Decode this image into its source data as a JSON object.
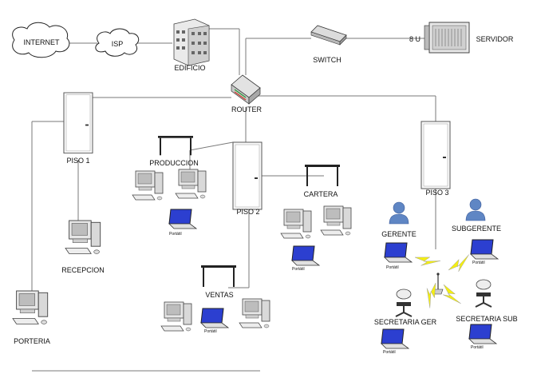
{
  "labels": {
    "internet": "INTERNET",
    "isp": "ISP",
    "edificio": "EDIFICIO",
    "switch": "SWITCH",
    "servidor_units": "8 U",
    "servidor": "SERVIDOR",
    "router": "ROUTER",
    "piso1": "PISO 1",
    "piso2": "PISO 2",
    "piso3": "PISO 3",
    "produccion": "PRODUCCION",
    "cartera": "CARTERA",
    "ventas": "VENTAS",
    "recepcion": "RECEPCION",
    "porteria": "PORTERIA",
    "gerente": "GERENTE",
    "subgerente": "SUBGERENTE",
    "secretaria_ger": "SECRETARIA GER",
    "secretaria_sub": "SECRETARIA SUB",
    "portatil": "Portátil"
  },
  "colors": {
    "line": "#7a7a7a",
    "laptop_screen": "#2c3fd0",
    "person": "#5f86c4",
    "lightning": "#f4ee12"
  },
  "icons": {
    "cloud": "cloud-icon",
    "building": "building-icon",
    "switch": "switch-icon",
    "server": "server-icon",
    "router": "router-icon",
    "door": "door-icon",
    "table": "table-icon",
    "desktop": "desktop-computer-icon",
    "laptop": "laptop-icon",
    "person": "person-icon",
    "chair": "office-chair-icon",
    "antenna": "wireless-antenna-icon",
    "lightning": "wireless-signal-icon"
  }
}
